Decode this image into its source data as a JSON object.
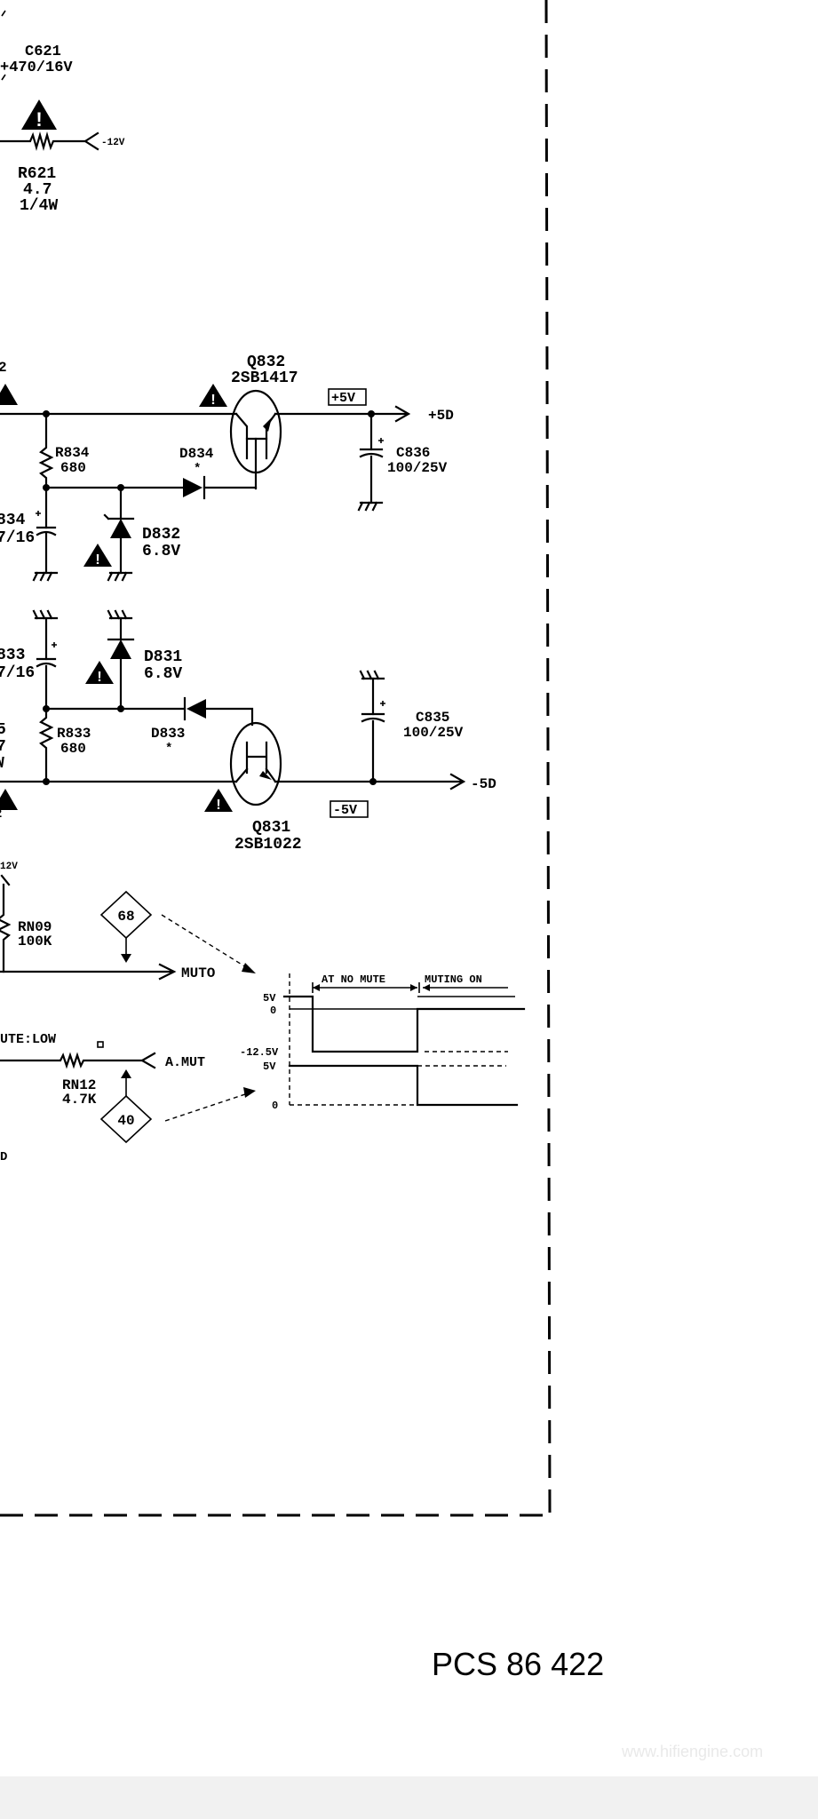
{
  "document": {
    "number": "PCS 86 422",
    "watermark": "www.hifiengine.com"
  },
  "labels": {
    "c621_name": "C621",
    "c621_val": "+470/16V",
    "m12v_top": "-12V",
    "r621_name": "R621",
    "r621_v1": "4.7",
    "r621_v2": "1/4W",
    "q832_name": "Q832",
    "q832_part": "2SB1417",
    "plus5v_box": "+5V",
    "plus5_out": "+5D",
    "r834_name": "R834",
    "r834_val": "680",
    "d834_name": "D834",
    "d834_star": "*",
    "c836_name": "C836",
    "c836_val": "100/25V",
    "left_834": "834",
    "left_716a": "7/16",
    "d832_name": "D832",
    "d832_val": "6.8V",
    "left_833": "833",
    "left_716b": "7/16",
    "d831_name": "D831",
    "d831_val": "6.8V",
    "c835_name": "C835",
    "c835_val": "100/25V",
    "left_5": "5",
    "left_7": "7",
    "left_w": "W",
    "left_2": "2",
    "d833_name": "D833",
    "d833_star": "*",
    "r833_name": "R833",
    "r833_val": "680",
    "minus5_out": "-5D",
    "minus5v_box": "-5V",
    "q831_name": "Q831",
    "q831_part": "2SB1022",
    "left_12v": "12V",
    "rn09_name": "RN09",
    "rn09_val": "100K",
    "ref68": "68",
    "muto": "MUTO",
    "ute_low": "UTE:LOW",
    "small_d": "D",
    "rn12_name": "RN12",
    "rn12_val": "4.7K",
    "amut": "A.MUT",
    "ref40": "40",
    "left_d": "D"
  },
  "timing": {
    "at_no_mute": "AT NO MUTE",
    "muting_on": "MUTING ON",
    "top_5v": "5V",
    "top_0": "0",
    "top_neg": "-12.5V",
    "bot_5v": "5V",
    "bot_0": "0"
  }
}
